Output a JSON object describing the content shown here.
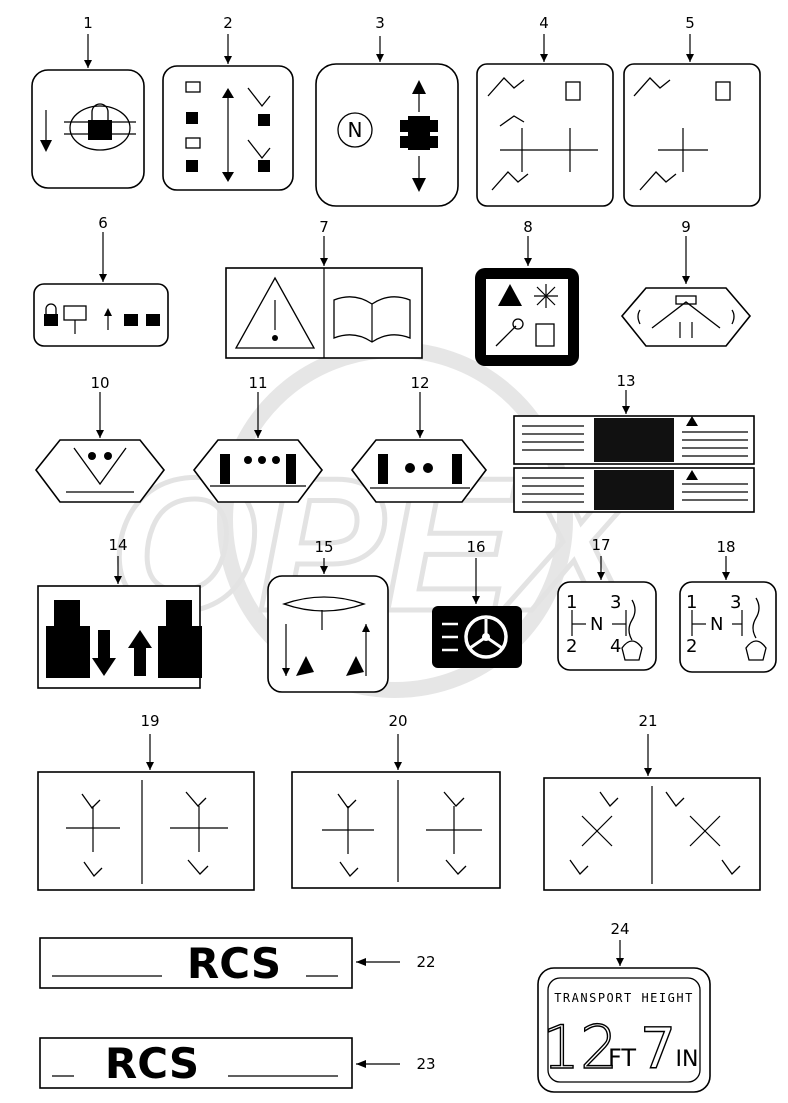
{
  "callouts": [
    "1",
    "2",
    "3",
    "4",
    "5",
    "6",
    "7",
    "8",
    "9",
    "10",
    "11",
    "12",
    "13",
    "14",
    "15",
    "16",
    "17",
    "18",
    "19",
    "20",
    "21",
    "22",
    "23",
    "24"
  ],
  "decal3": {
    "neutral_symbol": "N"
  },
  "decal17": {
    "gear_1": "1",
    "gear_3": "3",
    "gear_2": "2",
    "gear_4": "4",
    "neutral": "N"
  },
  "decal18": {
    "gear_1": "1",
    "gear_3": "3",
    "gear_2": "2",
    "neutral": "N"
  },
  "decal22": {
    "text": "RCS"
  },
  "decal23": {
    "text": "RCS"
  },
  "decal24": {
    "title": "TRANSPORT HEIGHT",
    "feet_value": "12",
    "feet_unit": "FT",
    "inch_value": "7",
    "inch_unit": "IN"
  },
  "watermark": {
    "text": "OPEX"
  },
  "colors": {
    "ink": "#000000",
    "paper": "#ffffff",
    "watermark": "#e6e6e6"
  },
  "icons": [
    "lock-icon",
    "warning-triangle-icon",
    "book-icon",
    "steering-wheel-icon",
    "snowflake-icon",
    "wrench-icon",
    "tractor-icon",
    "arrow-icon"
  ]
}
